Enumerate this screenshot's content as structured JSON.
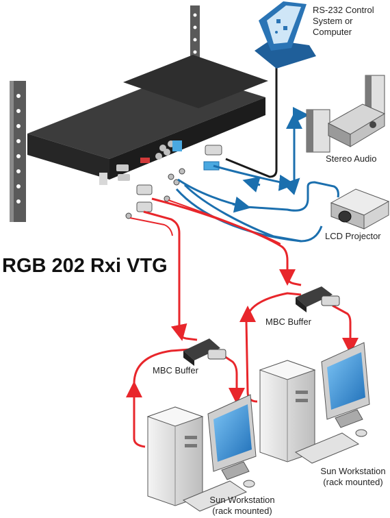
{
  "title": "RGB 202 Rxi VTG",
  "labels": {
    "control_l1": "RS-232 Control",
    "control_l2": "System or",
    "control_l3": "Computer",
    "stereo": "Stereo Audio",
    "projector": "LCD Projector",
    "buffer_right": "MBC Buffer",
    "buffer_left": "MBC Buffer",
    "ws_right_l1": "Sun Workstation",
    "ws_right_l2": "(rack mounted)",
    "ws_left_l1": "Sun Workstation",
    "ws_left_l2": "(rack mounted)"
  },
  "colors": {
    "signal_red": "#e8262b",
    "audio_blue": "#1b6fae",
    "control_black": "#1a1a1a",
    "device_dark": "#3a3a3a",
    "rack_gray": "#5a5a5a",
    "monitor_screen": "#3d9be0"
  }
}
